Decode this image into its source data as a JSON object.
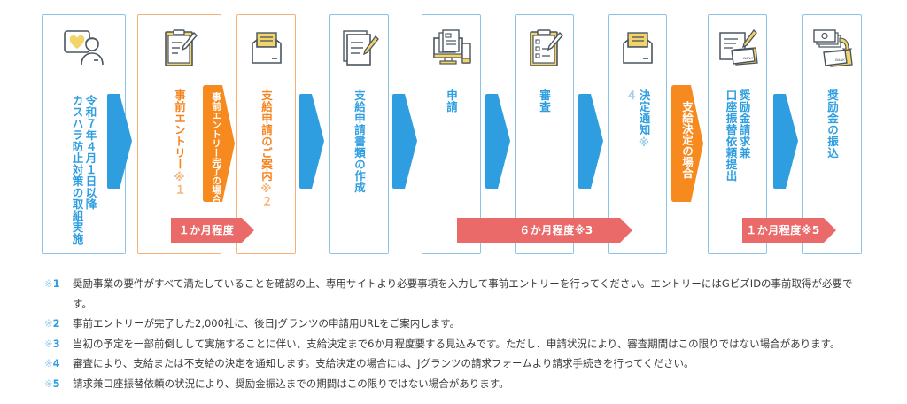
{
  "colors": {
    "blue": "#2e9ee0",
    "blue_border": "#8cc4e8",
    "orange": "#f5841f",
    "orange_border": "#f6b178",
    "period_red": "#ea6a6a",
    "icon_yellow": "#f2d46b",
    "icon_stroke": "#4a5560"
  },
  "steps": [
    {
      "id": "1",
      "icon": "heart-support-person-icon",
      "label": "令和７年４月１日以降\nカスハラ防止対策の取組実施",
      "note": "",
      "theme": "blue"
    },
    {
      "id": "2",
      "icon": "clipboard-pen-icon",
      "label": "事前エントリー",
      "note": "※１",
      "theme": "orange"
    },
    {
      "id": "3",
      "icon": "envelope-letter-icon",
      "label": "支給申請のご案内",
      "note": "※２",
      "theme": "orange"
    },
    {
      "id": "4",
      "icon": "documents-pen-icon",
      "label": "支給申請書類の作成",
      "note": "",
      "theme": "blue"
    },
    {
      "id": "5",
      "icon": "computer-devices-icon",
      "label": "申請",
      "note": "",
      "theme": "blue"
    },
    {
      "id": "6",
      "icon": "checklist-clipboard-icon",
      "label": "審査",
      "note": "",
      "theme": "blue"
    },
    {
      "id": "7",
      "icon": "envelope-letter-icon",
      "label": "決定通知",
      "note": "※\n４",
      "theme": "blue"
    },
    {
      "id": "8",
      "icon": "bank-form-pen-icon",
      "label": "奨励金請求兼\n口座振替依頼提出",
      "note": "",
      "theme": "blue"
    },
    {
      "id": "9",
      "icon": "money-transfer-bank-icon",
      "label": "奨励金の振込",
      "note": "",
      "theme": "blue"
    }
  ],
  "conditions": [
    {
      "label": "事前エントリー完了の場合"
    },
    {
      "label": "支給決定の場合"
    }
  ],
  "periods": [
    {
      "label": "１か月程度"
    },
    {
      "label": "６か月程度※3"
    },
    {
      "label": "１か月程度※5"
    }
  ],
  "notes": [
    {
      "mark": "※",
      "num": "1",
      "text": "奨励事業の要件がすべて満たしていることを確認の上、専用サイトより必要事項を入力して事前エントリーを行ってください。エントリーにはGビズIDの事前取得が必要です。"
    },
    {
      "mark": "※",
      "num": "2",
      "text": "事前エントリーが完了した2,000社に、後日Jグランツの申請用URLをご案内します。"
    },
    {
      "mark": "※",
      "num": "3",
      "text": "当初の予定を一部前倒しして実施することに伴い、支給決定まで6か月程度要する見込みです。ただし、申請状況により、審査期間はこの限りではない場合があります。"
    },
    {
      "mark": "※",
      "num": "4",
      "text": "審査により、支給または不支給の決定を通知します。支給決定の場合には、Jグランツの請求フォームより請求手続きを行ってください。"
    },
    {
      "mark": "※",
      "num": "5",
      "text": "請求兼口座振替依頼の状況により、奨励金振込までの期間はこの限りではない場合があります。"
    }
  ]
}
